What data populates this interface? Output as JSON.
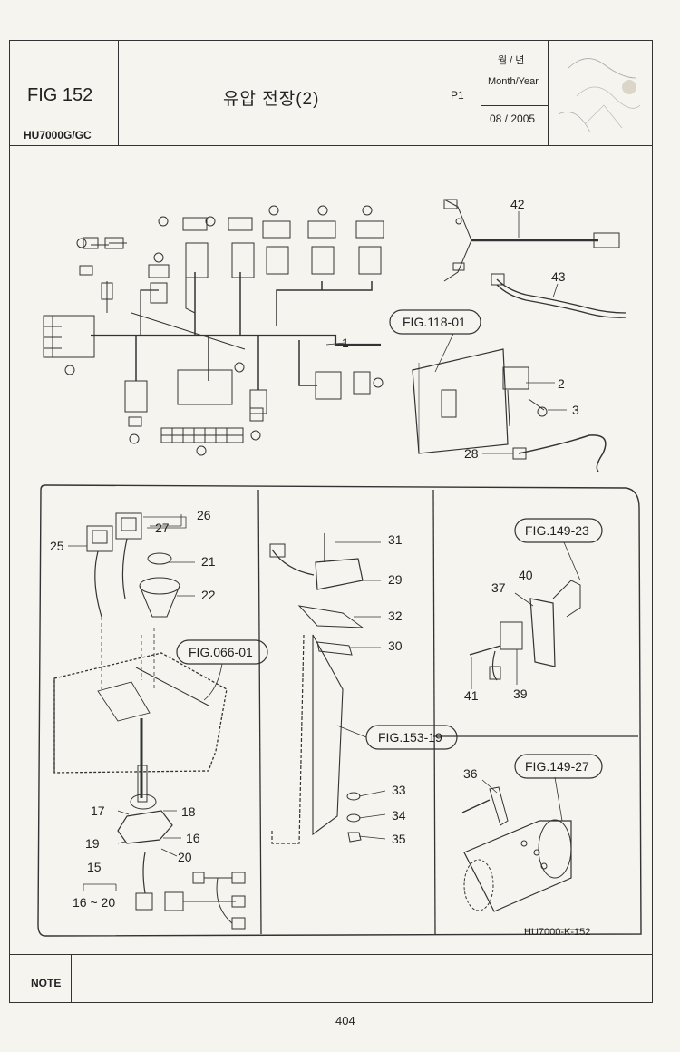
{
  "header": {
    "fig_label": "FIG 152",
    "model": "HU7000G/GC",
    "title": "유압 전장(2)",
    "page_code": "P1",
    "date_label_kr": "월 / 년",
    "date_label_en": "Month/Year",
    "date_value": "08 / 2005"
  },
  "footer": {
    "note_label": "NOTE",
    "page_number": "404",
    "drawing_code": "HU7000-K-152"
  },
  "refs": {
    "fig_118_01": "FIG.118-01",
    "fig_066_01": "FIG.066-01",
    "fig_153_19": "FIG.153-19",
    "fig_149_23": "FIG.149-23",
    "fig_149_27": "FIG.149-27"
  },
  "callouts": {
    "c1": "1",
    "c2": "2",
    "c3": "3",
    "c15": "15",
    "c16": "16",
    "c16_20": "16 ~ 20",
    "c17": "17",
    "c18": "18",
    "c19": "19",
    "c20": "20",
    "c21": "21",
    "c22": "22",
    "c25": "25",
    "c26": "26",
    "c27": "27",
    "c28": "28",
    "c29": "29",
    "c30": "30",
    "c31": "31",
    "c32": "32",
    "c33": "33",
    "c34": "34",
    "c35": "35",
    "c36": "36",
    "c37": "37",
    "c39": "39",
    "c40": "40",
    "c41": "41",
    "c42": "42",
    "c43": "43"
  }
}
